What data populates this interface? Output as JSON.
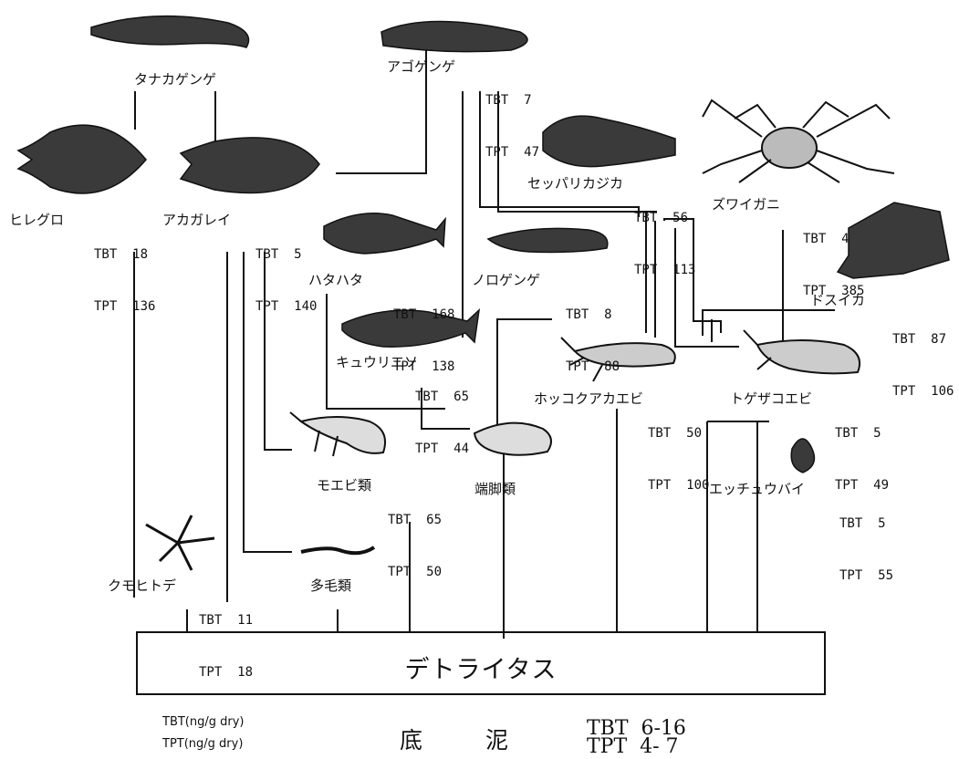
{
  "organisms": {
    "tanakagenge": {
      "name": "タナカゲンゲ"
    },
    "agogenge": {
      "name": "アゴゲンゲ",
      "tbt": "TBT  7",
      "tpt": "TPT  47"
    },
    "hiregure": {
      "name": "ヒレグロ",
      "tbt": "TBT  18",
      "tpt": "TPT  136"
    },
    "akagarei": {
      "name": "アカガレイ",
      "tbt": "TBT  5",
      "tpt": "TPT  140"
    },
    "seppari": {
      "name": "セッパリカジカ",
      "tbt": "TBT  56",
      "tpt": "TPT  113"
    },
    "zuwaigani": {
      "name": "ズワイガニ",
      "tbt": "TBT  4",
      "tpt": "TPT  385"
    },
    "hatahata": {
      "name": "ハタハタ",
      "tbt": "TBT  168",
      "tpt": "TPT  138"
    },
    "norogenge": {
      "name": "ノロゲンゲ",
      "tbt": "TBT  8",
      "tpt": "TPT  88"
    },
    "dosuika": {
      "name": "ドスイカ",
      "tbt": "TBT  87",
      "tpt": "TPT  106"
    },
    "kyuurieso": {
      "name": "キュウリエソ",
      "tbt": "TBT  65",
      "tpt": "TPT  44"
    },
    "hokkoku": {
      "name": "ホッコクアカエビ",
      "tbt": "TBT  50",
      "tpt": "TPT  100"
    },
    "togezako": {
      "name": "トゲザコエビ",
      "tbt": "TBT  5",
      "tpt": "TPT  49"
    },
    "moebi": {
      "name": "モエビ類",
      "tbt": "TBT  65",
      "tpt": "TPT  50"
    },
    "kyakurui": {
      "name": "端脚類"
    },
    "ecchuubai": {
      "name": "エッチュウバイ",
      "tbt": "TBT  5",
      "tpt": "TPT  55"
    },
    "kumohitode": {
      "name": "クモヒトデ",
      "tbt": "TBT  11",
      "tpt": "TPT  18"
    },
    "tamourui": {
      "name": "多毛類"
    }
  },
  "detritus": "デトライタス",
  "legend": {
    "tbt_unit": "TBT(ng/g dry)",
    "tpt_unit": "TPT(ng/g dry)"
  },
  "sediment": {
    "label1": "底",
    "label2": "泥",
    "tbt": "TBT  6-16",
    "tpt": "TPT  4- 7"
  },
  "colors": {
    "line": "#111111",
    "fish": "#3a3a3a"
  }
}
